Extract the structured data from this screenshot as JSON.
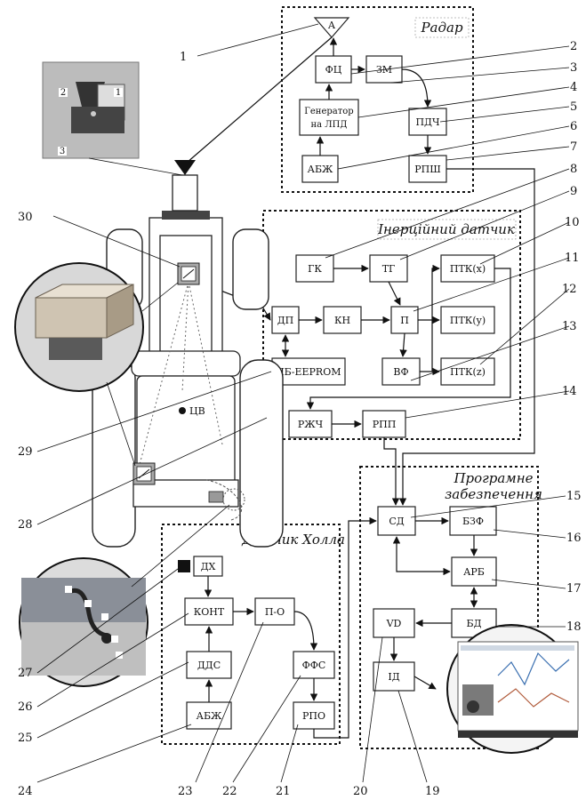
{
  "groups": {
    "radar": "Радар",
    "inertial": "Інерційний датчик",
    "software_1": "Програмне",
    "software_2": "забезпечення",
    "hall": "Датчик Холла"
  },
  "blocks": {
    "A": "A",
    "FC": "ФЦ",
    "ZM": "ЗМ",
    "gen_1": "Генератор",
    "gen_2": "на ЛПД",
    "PDCH": "ПДЧ",
    "ABZH_radar": "АБЖ",
    "RPSH": "РПШ",
    "GK": "ГК",
    "TG": "ТГ",
    "PTKx": "ПТК(x)",
    "PTKy": "ПТК(y)",
    "PTKz": "ПТК(z)",
    "DP": "ДП",
    "KN": "КН",
    "P": "П",
    "VF": "ВФ",
    "LB": "ЛБ-EEPROM",
    "RZHCH": "РЖЧ",
    "RPP": "РПП",
    "SD": "СД",
    "BZF": "БЗФ",
    "ARB": "АРБ",
    "BD": "БД",
    "VD": "VD",
    "ID": "ІД",
    "DH": "ДХ",
    "KONT": "КОНТ",
    "PO": "П-О",
    "DDS": "ДДС",
    "FFS": "ФФС",
    "RPO": "РПО",
    "ABZH_hall": "АБЖ",
    "CV": "ЦВ"
  },
  "callouts": [
    "1",
    "2",
    "3",
    "4",
    "5",
    "6",
    "7",
    "8",
    "9",
    "10",
    "11",
    "12",
    "13",
    "14",
    "15",
    "16",
    "17",
    "18",
    "19",
    "20",
    "21",
    "22",
    "23",
    "24",
    "25",
    "26",
    "27",
    "28",
    "29",
    "30"
  ],
  "inset_marks": {
    "top_1": "1",
    "top_2": "2",
    "top_3": "3"
  },
  "colors": {
    "line": "#111111",
    "block_fill": "#ffffff"
  }
}
